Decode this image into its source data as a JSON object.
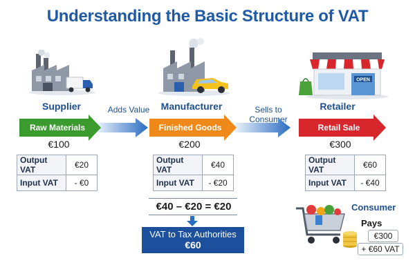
{
  "title": "Understanding the Basic Structure of VAT",
  "colors": {
    "title": "#1f5aa6",
    "raw_arrow": "#3b9b2f",
    "finished_arrow": "#ef8a1a",
    "retail_arrow": "#d8262d",
    "connector": "#2a6cc1",
    "tax_box": "#1c4f9c"
  },
  "actors": {
    "supplier": {
      "label": "Supplier",
      "icon": "factory-icon"
    },
    "manufacturer": {
      "label": "Manufacturer",
      "icon": "factory-car-icon"
    },
    "retailer": {
      "label": "Retailer",
      "icon": "shop-icon",
      "sign": "OPEN"
    }
  },
  "flow": {
    "adds_value": "Adds Value",
    "sells_to_consumer": "Sells to Consumer"
  },
  "stages": [
    {
      "label": "Raw Materials",
      "price": "€100",
      "output_vat_label": "Output VAT",
      "output_vat": "€20",
      "input_vat_label": "Input VAT",
      "input_vat": "- €0"
    },
    {
      "label": "Finished Goods",
      "price": "€200",
      "output_vat_label": "Output VAT",
      "output_vat": "€40",
      "input_vat_label": "Input VAT",
      "input_vat": "- €20"
    },
    {
      "label": "Retail Sale",
      "price": "€300",
      "output_vat_label": "Output VAT",
      "output_vat": "€60",
      "input_vat_label": "Input VAT",
      "input_vat": "- €40"
    }
  ],
  "calculation": "€40 – €20 = €20",
  "tax_authorities": {
    "label": "VAT to Tax Authorities",
    "amount": "€60"
  },
  "consumer": {
    "label": "Consumer",
    "pays_label": "Pays",
    "price": "€300",
    "vat": "+ €60 VAT",
    "icon": "shopping-cart-icon"
  }
}
